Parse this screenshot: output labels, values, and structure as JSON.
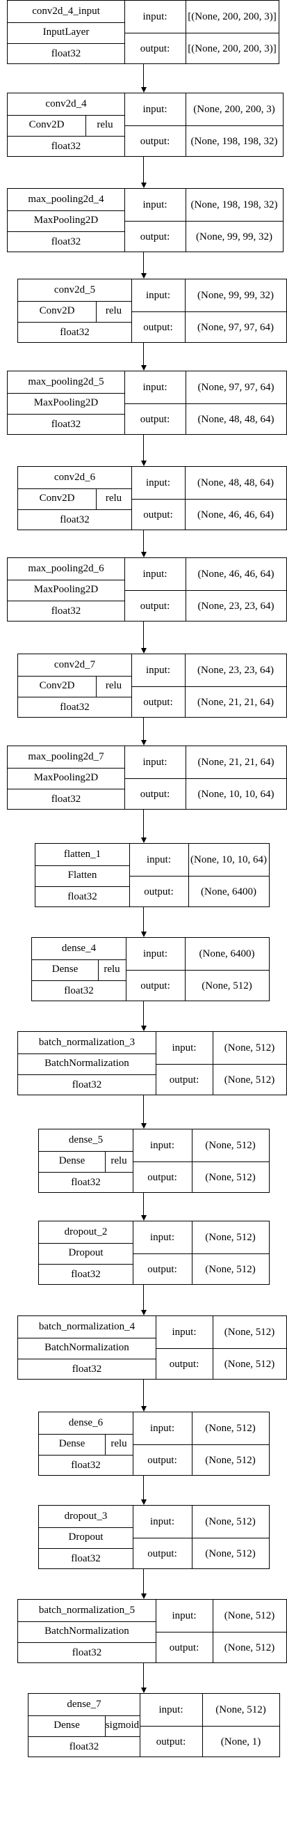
{
  "layers": [
    {
      "name": "conv2d_4_input",
      "type": "InputLayer",
      "activation": "",
      "dtype": "float32",
      "input_label": "input:",
      "input_shape": "[(None, 200, 200, 3)]",
      "output_label": "output:",
      "output_shape": "[(None, 200, 200, 3)]"
    },
    {
      "name": "conv2d_4",
      "type": "Conv2D",
      "activation": "relu",
      "dtype": "float32",
      "input_label": "input:",
      "input_shape": "(None, 200, 200, 3)",
      "output_label": "output:",
      "output_shape": "(None, 198, 198, 32)"
    },
    {
      "name": "max_pooling2d_4",
      "type": "MaxPooling2D",
      "activation": "",
      "dtype": "float32",
      "input_label": "input:",
      "input_shape": "(None, 198, 198, 32)",
      "output_label": "output:",
      "output_shape": "(None, 99, 99, 32)"
    },
    {
      "name": "conv2d_5",
      "type": "Conv2D",
      "activation": "relu",
      "dtype": "float32",
      "input_label": "input:",
      "input_shape": "(None, 99, 99, 32)",
      "output_label": "output:",
      "output_shape": "(None, 97, 97, 64)"
    },
    {
      "name": "max_pooling2d_5",
      "type": "MaxPooling2D",
      "activation": "",
      "dtype": "float32",
      "input_label": "input:",
      "input_shape": "(None, 97, 97, 64)",
      "output_label": "output:",
      "output_shape": "(None, 48, 48, 64)"
    },
    {
      "name": "conv2d_6",
      "type": "Conv2D",
      "activation": "relu",
      "dtype": "float32",
      "input_label": "input:",
      "input_shape": "(None, 48, 48, 64)",
      "output_label": "output:",
      "output_shape": "(None, 46, 46, 64)"
    },
    {
      "name": "max_pooling2d_6",
      "type": "MaxPooling2D",
      "activation": "",
      "dtype": "float32",
      "input_label": "input:",
      "input_shape": "(None, 46, 46, 64)",
      "output_label": "output:",
      "output_shape": "(None, 23, 23, 64)"
    },
    {
      "name": "conv2d_7",
      "type": "Conv2D",
      "activation": "relu",
      "dtype": "float32",
      "input_label": "input:",
      "input_shape": "(None, 23, 23, 64)",
      "output_label": "output:",
      "output_shape": "(None, 21, 21, 64)"
    },
    {
      "name": "max_pooling2d_7",
      "type": "MaxPooling2D",
      "activation": "",
      "dtype": "float32",
      "input_label": "input:",
      "input_shape": "(None, 21, 21, 64)",
      "output_label": "output:",
      "output_shape": "(None, 10, 10, 64)"
    },
    {
      "name": "flatten_1",
      "type": "Flatten",
      "activation": "",
      "dtype": "float32",
      "input_label": "input:",
      "input_shape": "(None, 10, 10, 64)",
      "output_label": "output:",
      "output_shape": "(None, 6400)"
    },
    {
      "name": "dense_4",
      "type": "Dense",
      "activation": "relu",
      "dtype": "float32",
      "input_label": "input:",
      "input_shape": "(None, 6400)",
      "output_label": "output:",
      "output_shape": "(None, 512)"
    },
    {
      "name": "batch_normalization_3",
      "type": "BatchNormalization",
      "activation": "",
      "dtype": "float32",
      "input_label": "input:",
      "input_shape": "(None, 512)",
      "output_label": "output:",
      "output_shape": "(None, 512)"
    },
    {
      "name": "dense_5",
      "type": "Dense",
      "activation": "relu",
      "dtype": "float32",
      "input_label": "input:",
      "input_shape": "(None, 512)",
      "output_label": "output:",
      "output_shape": "(None, 512)"
    },
    {
      "name": "dropout_2",
      "type": "Dropout",
      "activation": "",
      "dtype": "float32",
      "input_label": "input:",
      "input_shape": "(None, 512)",
      "output_label": "output:",
      "output_shape": "(None, 512)"
    },
    {
      "name": "batch_normalization_4",
      "type": "BatchNormalization",
      "activation": "",
      "dtype": "float32",
      "input_label": "input:",
      "input_shape": "(None, 512)",
      "output_label": "output:",
      "output_shape": "(None, 512)"
    },
    {
      "name": "dense_6",
      "type": "Dense",
      "activation": "relu",
      "dtype": "float32",
      "input_label": "input:",
      "input_shape": "(None, 512)",
      "output_label": "output:",
      "output_shape": "(None, 512)"
    },
    {
      "name": "dropout_3",
      "type": "Dropout",
      "activation": "",
      "dtype": "float32",
      "input_label": "input:",
      "input_shape": "(None, 512)",
      "output_label": "output:",
      "output_shape": "(None, 512)"
    },
    {
      "name": "batch_normalization_5",
      "type": "BatchNormalization",
      "activation": "",
      "dtype": "float32",
      "input_label": "input:",
      "input_shape": "(None, 512)",
      "output_label": "output:",
      "output_shape": "(None, 512)"
    },
    {
      "name": "dense_7",
      "type": "Dense",
      "activation": "sigmoid",
      "dtype": "float32",
      "input_label": "input:",
      "input_shape": "(None, 512)",
      "output_label": "output:",
      "output_shape": "(None, 1)"
    }
  ]
}
